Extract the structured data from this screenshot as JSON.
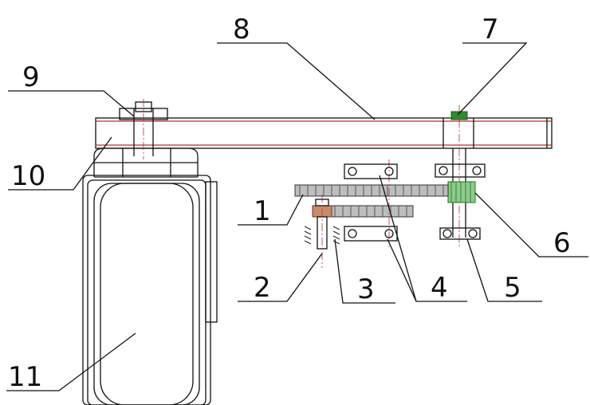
{
  "figure": {
    "callouts": [
      "1",
      "2",
      "3",
      "4",
      "5",
      "6",
      "7",
      "8",
      "9",
      "10",
      "11"
    ]
  },
  "colors": {
    "outline": "#111111",
    "centerline": "#b03030",
    "highlight_gear": "#2e8b2e",
    "gear_teeth": "#555555"
  }
}
